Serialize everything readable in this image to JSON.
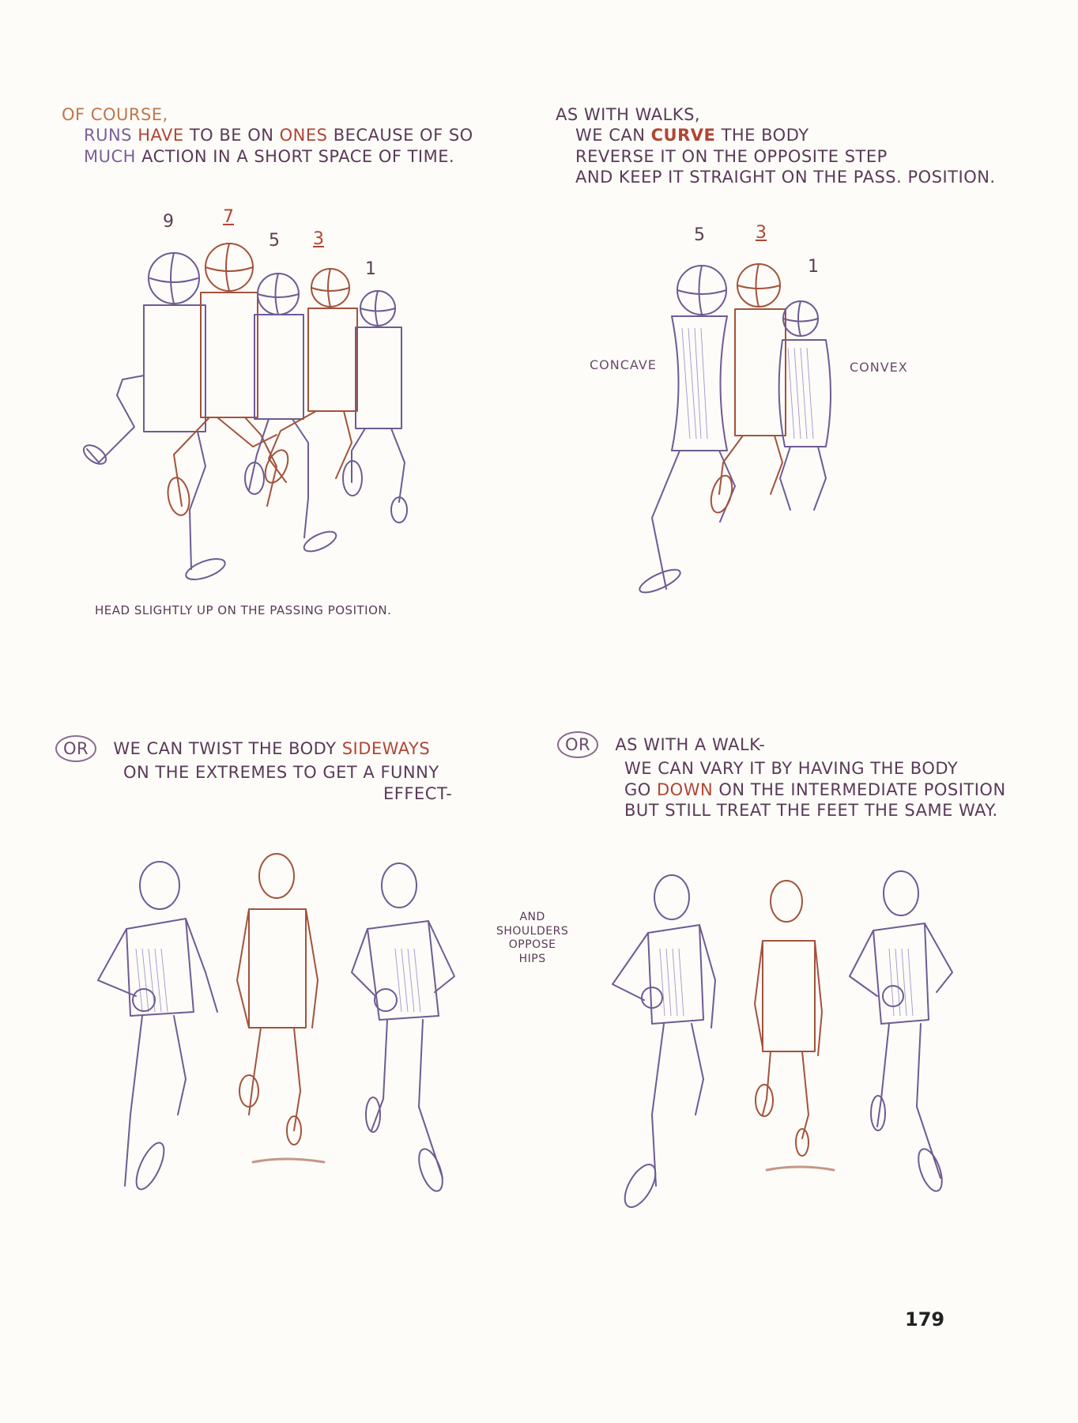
{
  "top_left": {
    "line1": "OF COURSE,",
    "line2_a": "RUNS",
    "line2_b": "HAVE",
    "line2_c": "TO BE ON",
    "line2_d": "ONES",
    "line2_e": "BECAUSE OF SO",
    "line3_a": "MUCH",
    "line3_b": "ACTION IN A SHORT SPACE OF TIME.",
    "frame_numbers": [
      "9",
      "7",
      "5",
      "3",
      "1"
    ],
    "caption": "HEAD SLIGHTLY UP ON THE PASSING POSITION."
  },
  "top_right": {
    "line1": "AS WITH WALKS,",
    "line2_a": "WE CAN",
    "line2_b": "CURVE",
    "line2_c": "THE BODY",
    "line3": "REVERSE IT ON THE OPPOSITE STEP",
    "line4": "AND KEEP IT STRAIGHT ON THE PASS. POSITION.",
    "frame_numbers": [
      "5",
      "3",
      "1"
    ],
    "label_left": "CONCAVE",
    "label_right": "CONVEX"
  },
  "bottom_left": {
    "or": "OR",
    "line1_a": "WE CAN TWIST THE BODY",
    "line1_b": "SIDEWAYS",
    "line2": "ON THE EXTREMES TO GET A FUNNY",
    "line3": "EFFECT-"
  },
  "middle_note": {
    "line1": "AND",
    "line2": "SHOULDERS",
    "line3": "OPPOSE",
    "line4": "HIPS"
  },
  "bottom_right": {
    "or": "OR",
    "line1": "AS WITH A WALK-",
    "line2": "WE CAN VARY IT BY HAVING THE BODY",
    "line3_a": "GO",
    "line3_b": "DOWN",
    "line3_c": "ON THE INTERMEDIATE POSITION",
    "line4": "BUT STILL TREAT THE FEET THE SAME WAY."
  },
  "page_number": "179",
  "colors": {
    "ink_purple": "#5a3a57",
    "accent_orange": "#c1764a",
    "accent_red": "#b04634",
    "pencil_violet": "#6f5b93",
    "pencil_red": "#a2533c"
  }
}
